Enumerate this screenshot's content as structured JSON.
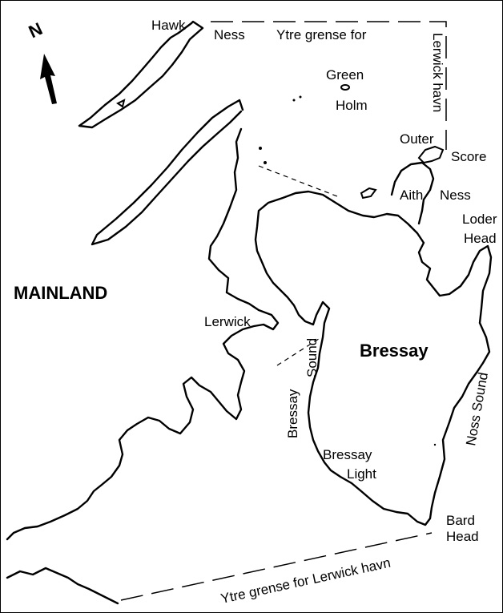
{
  "map": {
    "north_label": "N",
    "labels": {
      "mainland": "MAINLAND",
      "bressay": "Bressay",
      "lerwick": "Lerwick",
      "hawk": "Hawk",
      "ness_top": "Ness",
      "ytre_top": "Ytre grense for",
      "lerwick_havn_vertical": "Lerwick havn",
      "green": "Green",
      "holm": "Holm",
      "outer": "Outer",
      "score": "Score",
      "aith": "Aith",
      "ness_aith": "Ness",
      "loder": "Loder",
      "head_loder": "Head",
      "bressay_sound_a": "Bressay",
      "bressay_sound_b": "Sound",
      "bressay_light_a": "Bressay",
      "bressay_light_b": "Light",
      "bard": "Bard",
      "head_bard": "Head",
      "noss_sound": "Noss Sound",
      "ytre_bottom": "Ytre grense for Lerwick havn"
    }
  }
}
